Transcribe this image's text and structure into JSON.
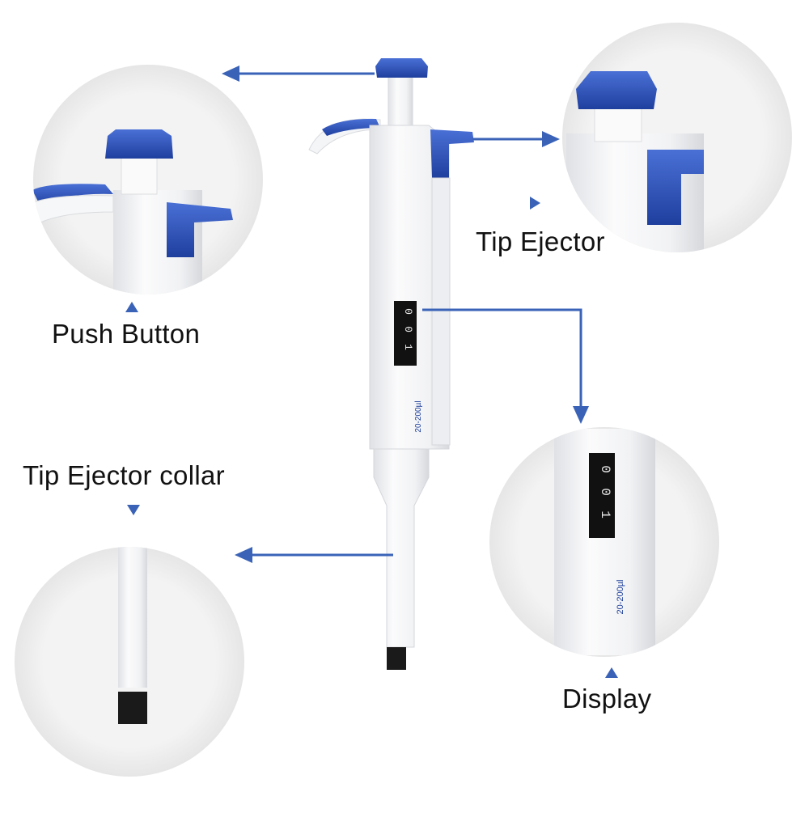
{
  "labels": {
    "push_button": "Push Button",
    "tip_ejector": "Tip Ejector",
    "tip_ejector_collar": "Tip Ejector collar",
    "display": "Display"
  },
  "display_digits": [
    "0",
    "0",
    "1"
  ],
  "volume_range": "20-200µl",
  "colors": {
    "accent_blue": "#2f53b5",
    "arrow_blue": "#3a63b8",
    "body_white": "#f4f5f7",
    "circle_gray": "#efefef",
    "display_black": "#111111"
  }
}
